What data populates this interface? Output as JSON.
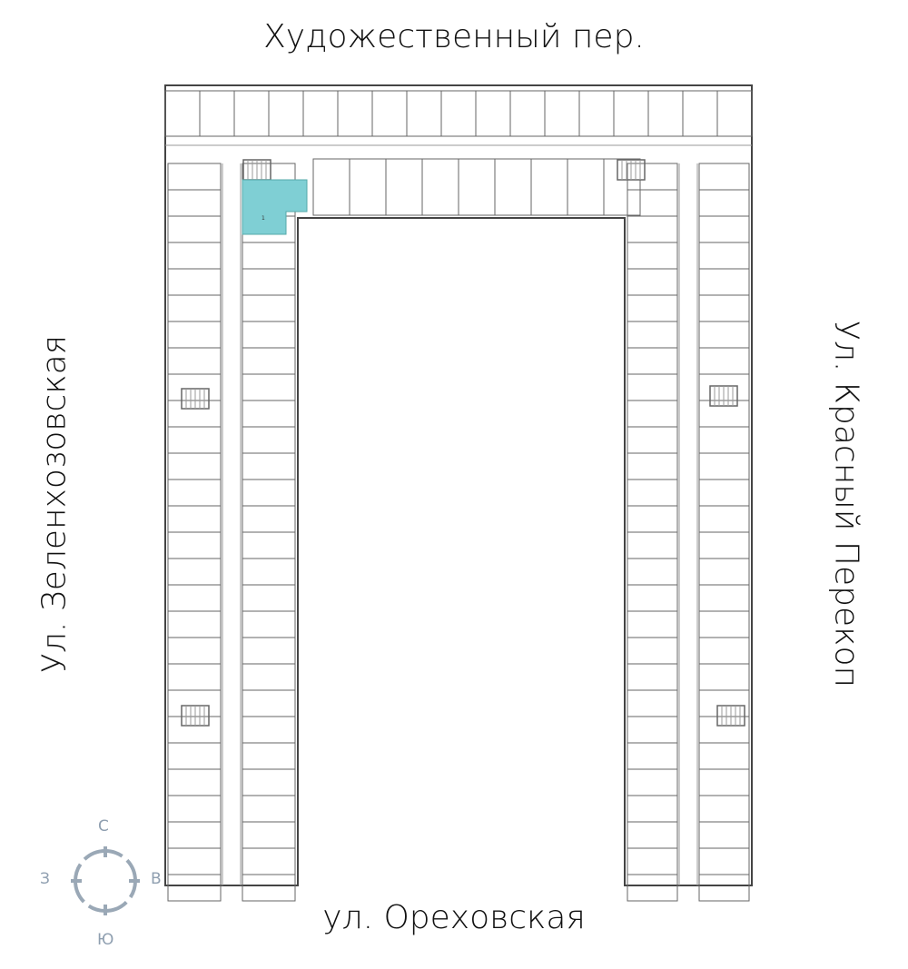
{
  "streets": {
    "top": "Художественный пер.",
    "bottom": "ул. Ореховская",
    "left": "Ул. Зеленхозовская",
    "right": "Ул. Красный Перекоп"
  },
  "compass": {
    "north": "С",
    "south": "Ю",
    "west": "З",
    "east": "В"
  },
  "colors": {
    "highlight": "#7fcfd4",
    "wall": "#555555",
    "compass": "#9aa8b6"
  },
  "selected_apartment": {
    "rooms": "1"
  }
}
